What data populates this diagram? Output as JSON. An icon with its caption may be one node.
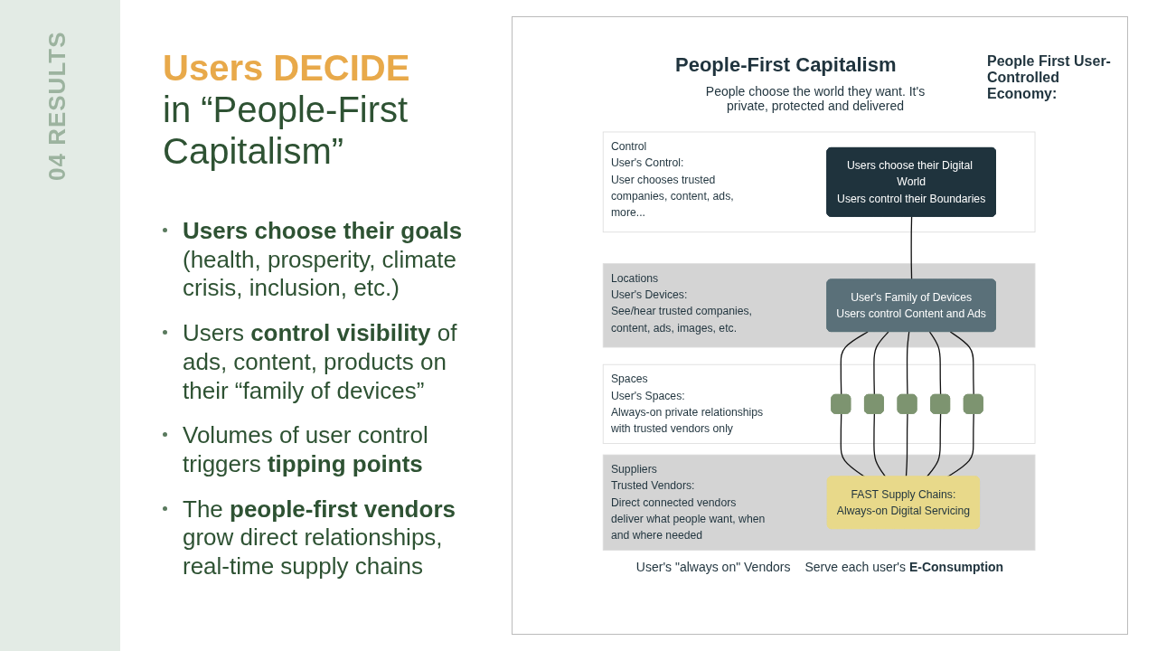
{
  "diagram": {
    "title": "**Users DECIDE** in “People-First Capitalism”",
    "nodes": [
      {
        "text": [
          "Control",
          "User's Control:",
          "User chooses trusted companies, content, ads, more..."
        ]
      },
      {
        "text": [
          "Users choose their Digital World",
          "Users control their Boundaries"
        ],
        "in": 0
      },
      {
        "text": [
          "Locations",
          "User's Devices:",
          "See/hear trusted companies, content, ads, images, etc."
        ]
      },
      {
        "text": [
          "User's Family of Devices",
          "Users control Content and Ads"
        ],
        "in": 2
      },
      {
        "text": [
          "Spaces",
          "User's Spaces:",
          "Always-on private relationships with trusted vendors only"
        ]
      },
      {
        "text": [],
        "shape": "bar",
        "in": 4
      },
      {
        "text": [],
        "shape": "bar",
        "in": 4
      },
      {
        "text": [],
        "shape": "bar",
        "in": 4
      },
      {
        "text": [],
        "shape": "bar",
        "in": 4
      },
      {
        "text": [],
        "shape": "bar",
        "in": 4
      },
      {
        "text": [
          "Suppliers",
          "Trusted Vendors:",
          "Direct connected vendors deliver what people want, when and where needed"
        ]
      },
      {
        "text": [
          "FAST Supply Chains:",
          "Always-on Digital Servicing"
        ],
        "in": 10
      }
    ],
    "edges": [
      {
        "from": 1,
        "to": 3,
        "arrow": "none"
      },
      {
        "from": 3,
        "to": 5,
        "arrow": "none"
      },
      {
        "from": 3,
        "to": 6,
        "arrow": "none"
      },
      {
        "from": 3,
        "to": 7,
        "arrow": "none"
      },
      {
        "from": 3,
        "to": 8,
        "arrow": "none"
      },
      {
        "from": 3,
        "to": 9,
        "arrow": "none"
      },
      {
        "from": 5,
        "to": 11,
        "arrow": "none"
      },
      {
        "from": 6,
        "to": 11,
        "arrow": "none"
      },
      {
        "from": 7,
        "to": 11,
        "arrow": "none"
      },
      {
        "from": 8,
        "to": 11,
        "arrow": "none"
      },
      {
        "from": 9,
        "to": 11,
        "arrow": "none"
      }
    ],
    "labels": [
      "04 RESULTS",
      "**Users choose their goals** (health, prosperity, climate crisis, inclusion, etc.)",
      "Users **control visibility** of ads, content, products on their “family of devices”",
      "Volumes of user control triggers **tipping points**",
      "The **people-first vendors** grow direct relationships, real-time supply chains",
      "People-First Capitalism",
      "People choose the world they want. It's private, protected and delivered",
      "People First User-Controlled Economy:",
      "User's \"always on\" Vendors",
      "Serve each user's **E-Consumption**"
    ]
  }
}
